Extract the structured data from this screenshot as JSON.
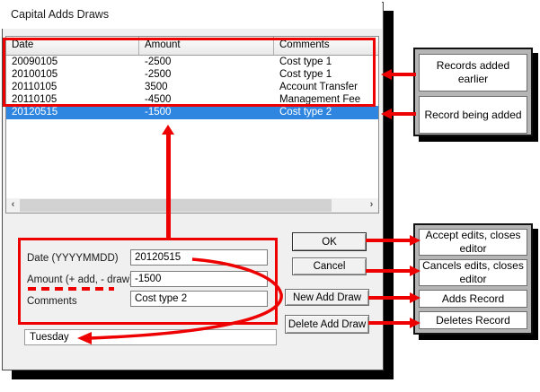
{
  "window": {
    "title": "Capital Adds Draws"
  },
  "table": {
    "columns": [
      "Date",
      "Amount",
      "Comments"
    ],
    "rows": [
      {
        "date": "20090105",
        "amount": "-2500",
        "comments": "Cost type 1"
      },
      {
        "date": "20100105",
        "amount": "-2500",
        "comments": "Cost type 1"
      },
      {
        "date": "20110105",
        "amount": "3500",
        "comments": "Account Transfer"
      },
      {
        "date": "20110105",
        "amount": "-4500",
        "comments": "Management Fee"
      },
      {
        "date": "20120515",
        "amount": "-1500",
        "comments": "Cost type 2"
      }
    ],
    "selected_row_index": 4
  },
  "editor": {
    "date_label": "Date (YYYYMMDD)",
    "date_value": "20120515",
    "amount_label": "Amount (+ add, - draw)",
    "amount_value": "-1500",
    "comments_label": "Comments",
    "comments_value": "Cost type 2",
    "weekday_value": "Tuesday"
  },
  "buttons": {
    "ok": "OK",
    "cancel": "Cancel",
    "new_add_draw": "New Add Draw",
    "delete_add_draw": "Delete Add Draw"
  },
  "callouts": {
    "records_added_earlier": "Records added earlier",
    "record_being_added": "Record being added",
    "ok": "Accept edits, closes editor",
    "cancel": "Cancels edits, closes editor",
    "new": "Adds Record",
    "delete": "Deletes Record"
  },
  "icons": {
    "scroll_left": "‹",
    "scroll_right": "›"
  },
  "colors": {
    "accent_red": "#ee0000",
    "selection_blue": "#2e86e0",
    "shadow_black": "#000000",
    "dialog_bg": "#f0f0f0"
  }
}
